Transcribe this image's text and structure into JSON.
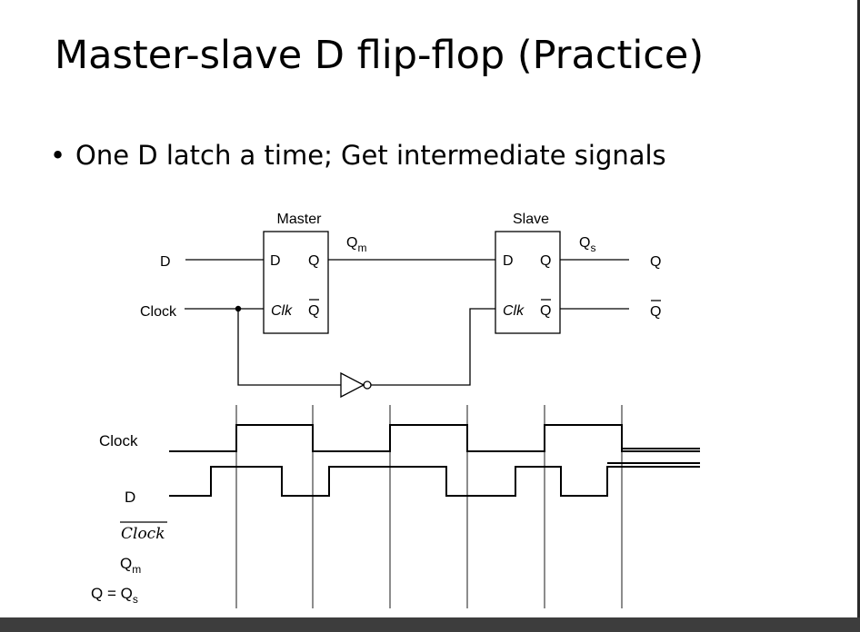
{
  "slide": {
    "title": "Master-slave D flip-flop (Practice)",
    "bullet": "One D latch a time; Get intermediate signals"
  },
  "circuit": {
    "master": {
      "name": "Master",
      "pin_d": "D",
      "pin_q": "Q",
      "pin_clk": "Clk",
      "pin_qbar": "Q"
    },
    "slave": {
      "name": "Slave",
      "pin_d": "D",
      "pin_q": "Q",
      "pin_clk": "Clk",
      "pin_qbar": "Q"
    },
    "input_d": "D",
    "input_clock": "Clock",
    "qm": {
      "base": "Q",
      "sub": "m"
    },
    "qs": {
      "base": "Q",
      "sub": "s"
    },
    "output_q": "Q",
    "output_qbar": "Q"
  },
  "timing": {
    "labels": {
      "clock": "Clock",
      "d": "D",
      "clock_bar": "Clock",
      "qm_base": "Q",
      "qm_sub": "m",
      "q_eq": "Q = Q",
      "q_eq_sub": "s"
    },
    "clock_levels": [
      0,
      1,
      0,
      1,
      0,
      1,
      0
    ],
    "d_levels": [
      0,
      1,
      0,
      1,
      0,
      1,
      0,
      1
    ],
    "clock_bar": null,
    "qm": null,
    "qs": null
  }
}
